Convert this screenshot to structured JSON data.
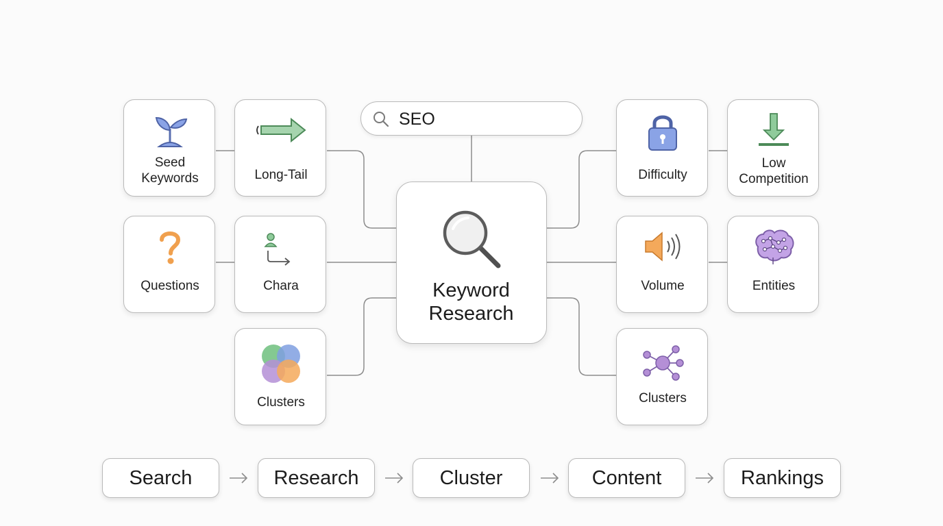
{
  "search": {
    "query": "SEO"
  },
  "center": {
    "title_line1": "Keyword",
    "title_line2": "Research"
  },
  "cards": {
    "seed_keywords": {
      "line1": "Seed",
      "line2": "Keywords",
      "icon": "sprout-icon"
    },
    "long_tail": {
      "label": "Long-Tail",
      "icon": "long-arrow-icon"
    },
    "questions": {
      "label": "Questions",
      "icon": "question-mark-icon"
    },
    "chara": {
      "label": "Chara",
      "icon": "person-arrow-icon"
    },
    "clusters_left": {
      "label": "Clusters",
      "icon": "venn-circles-icon"
    },
    "difficulty": {
      "label": "Difficulty",
      "icon": "padlock-icon"
    },
    "low_competition": {
      "line1": "Low",
      "line2": "Competition",
      "icon": "download-arrow-icon"
    },
    "volume": {
      "label": "Volume",
      "icon": "speaker-icon"
    },
    "entities": {
      "label": "Entities",
      "icon": "brain-icon"
    },
    "clusters_right": {
      "label": "Clusters",
      "icon": "network-nodes-icon"
    }
  },
  "workflow": [
    "Search",
    "Research",
    "Cluster",
    "Content",
    "Rankings"
  ],
  "colors": {
    "green": "#8fcb9b",
    "blue": "#7f9fe0",
    "orange": "#f4a95b",
    "purple": "#b48fd6",
    "gray": "#5f5f5f",
    "border": "#b9b9b9"
  }
}
